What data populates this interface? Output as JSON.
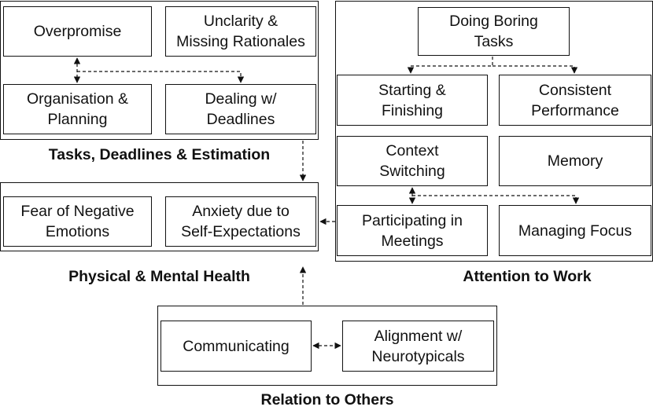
{
  "diagram": {
    "groups": {
      "tasks": {
        "title": "Tasks, Deadlines & Estimation",
        "nodes": {
          "overpromise": "Overpromise",
          "unclarity": "Unclarity &\nMissing Rationales",
          "organisation": "Organisation &\nPlanning",
          "deadlines": "Dealing w/\nDeadlines"
        }
      },
      "health": {
        "title": "Physical & Mental Health",
        "nodes": {
          "fear": "Fear of Negative\nEmotions",
          "anxiety": "Anxiety due to\nSelf-Expectations"
        }
      },
      "attention": {
        "title": "Attention to Work",
        "nodes": {
          "boring": "Doing Boring\nTasks",
          "starting": "Starting &\nFinishing",
          "consistent": "Consistent\nPerformance",
          "context": "Context\nSwitching",
          "memory": "Memory",
          "meetings": "Participating in\nMeetings",
          "focus": "Managing Focus"
        }
      },
      "relation": {
        "title": "Relation to Others",
        "nodes": {
          "communicating": "Communicating",
          "alignment": "Alignment w/\nNeurotypicals"
        }
      }
    },
    "connections": [
      {
        "from": "Overpromise",
        "to": "Organisation & Planning",
        "style": "dashed",
        "arrows": "both"
      },
      {
        "from": "Overpromise",
        "to": "Dealing w/ Deadlines",
        "style": "dashed",
        "arrows": "end"
      },
      {
        "from": "Tasks, Deadlines & Estimation",
        "to": "Physical & Mental Health",
        "style": "dashed",
        "arrows": "end"
      },
      {
        "from": "Attention to Work",
        "to": "Physical & Mental Health",
        "style": "dashed",
        "arrows": "end"
      },
      {
        "from": "Relation to Others",
        "to": "Physical & Mental Health",
        "style": "dashed",
        "arrows": "end"
      },
      {
        "from": "Doing Boring Tasks",
        "to": "Starting & Finishing",
        "style": "dashed",
        "arrows": "end"
      },
      {
        "from": "Doing Boring Tasks",
        "to": "Consistent Performance",
        "style": "dashed",
        "arrows": "end"
      },
      {
        "from": "Context Switching",
        "to": "Participating in Meetings",
        "style": "dashed",
        "arrows": "both"
      },
      {
        "from": "Context Switching",
        "to": "Managing Focus",
        "style": "dashed",
        "arrows": "end"
      },
      {
        "from": "Communicating",
        "to": "Alignment w/ Neurotypicals",
        "style": "dashed",
        "arrows": "both"
      }
    ]
  }
}
